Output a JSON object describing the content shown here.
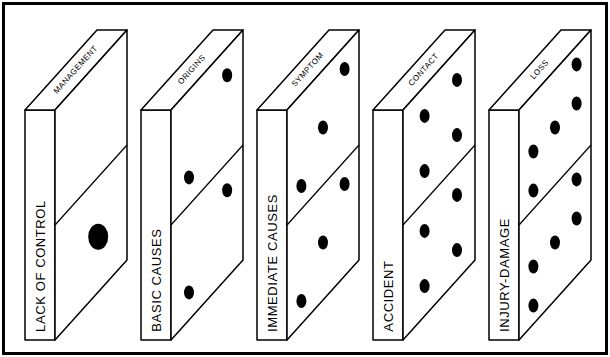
{
  "diagram": {
    "nodes": [
      {
        "text": [
          "MANAGEMENT",
          "LACK OF CONTROL"
        ]
      },
      {
        "text": [
          "ORIGINS",
          "BASIC CAUSES"
        ]
      },
      {
        "text": [
          "SYMPTOM",
          "IMMEDIATE CAUSES"
        ]
      },
      {
        "text": [
          "CONTACT",
          "ACCIDENT"
        ]
      },
      {
        "text": [
          "LOSS",
          "INJURY-DAMAGE"
        ]
      }
    ]
  }
}
